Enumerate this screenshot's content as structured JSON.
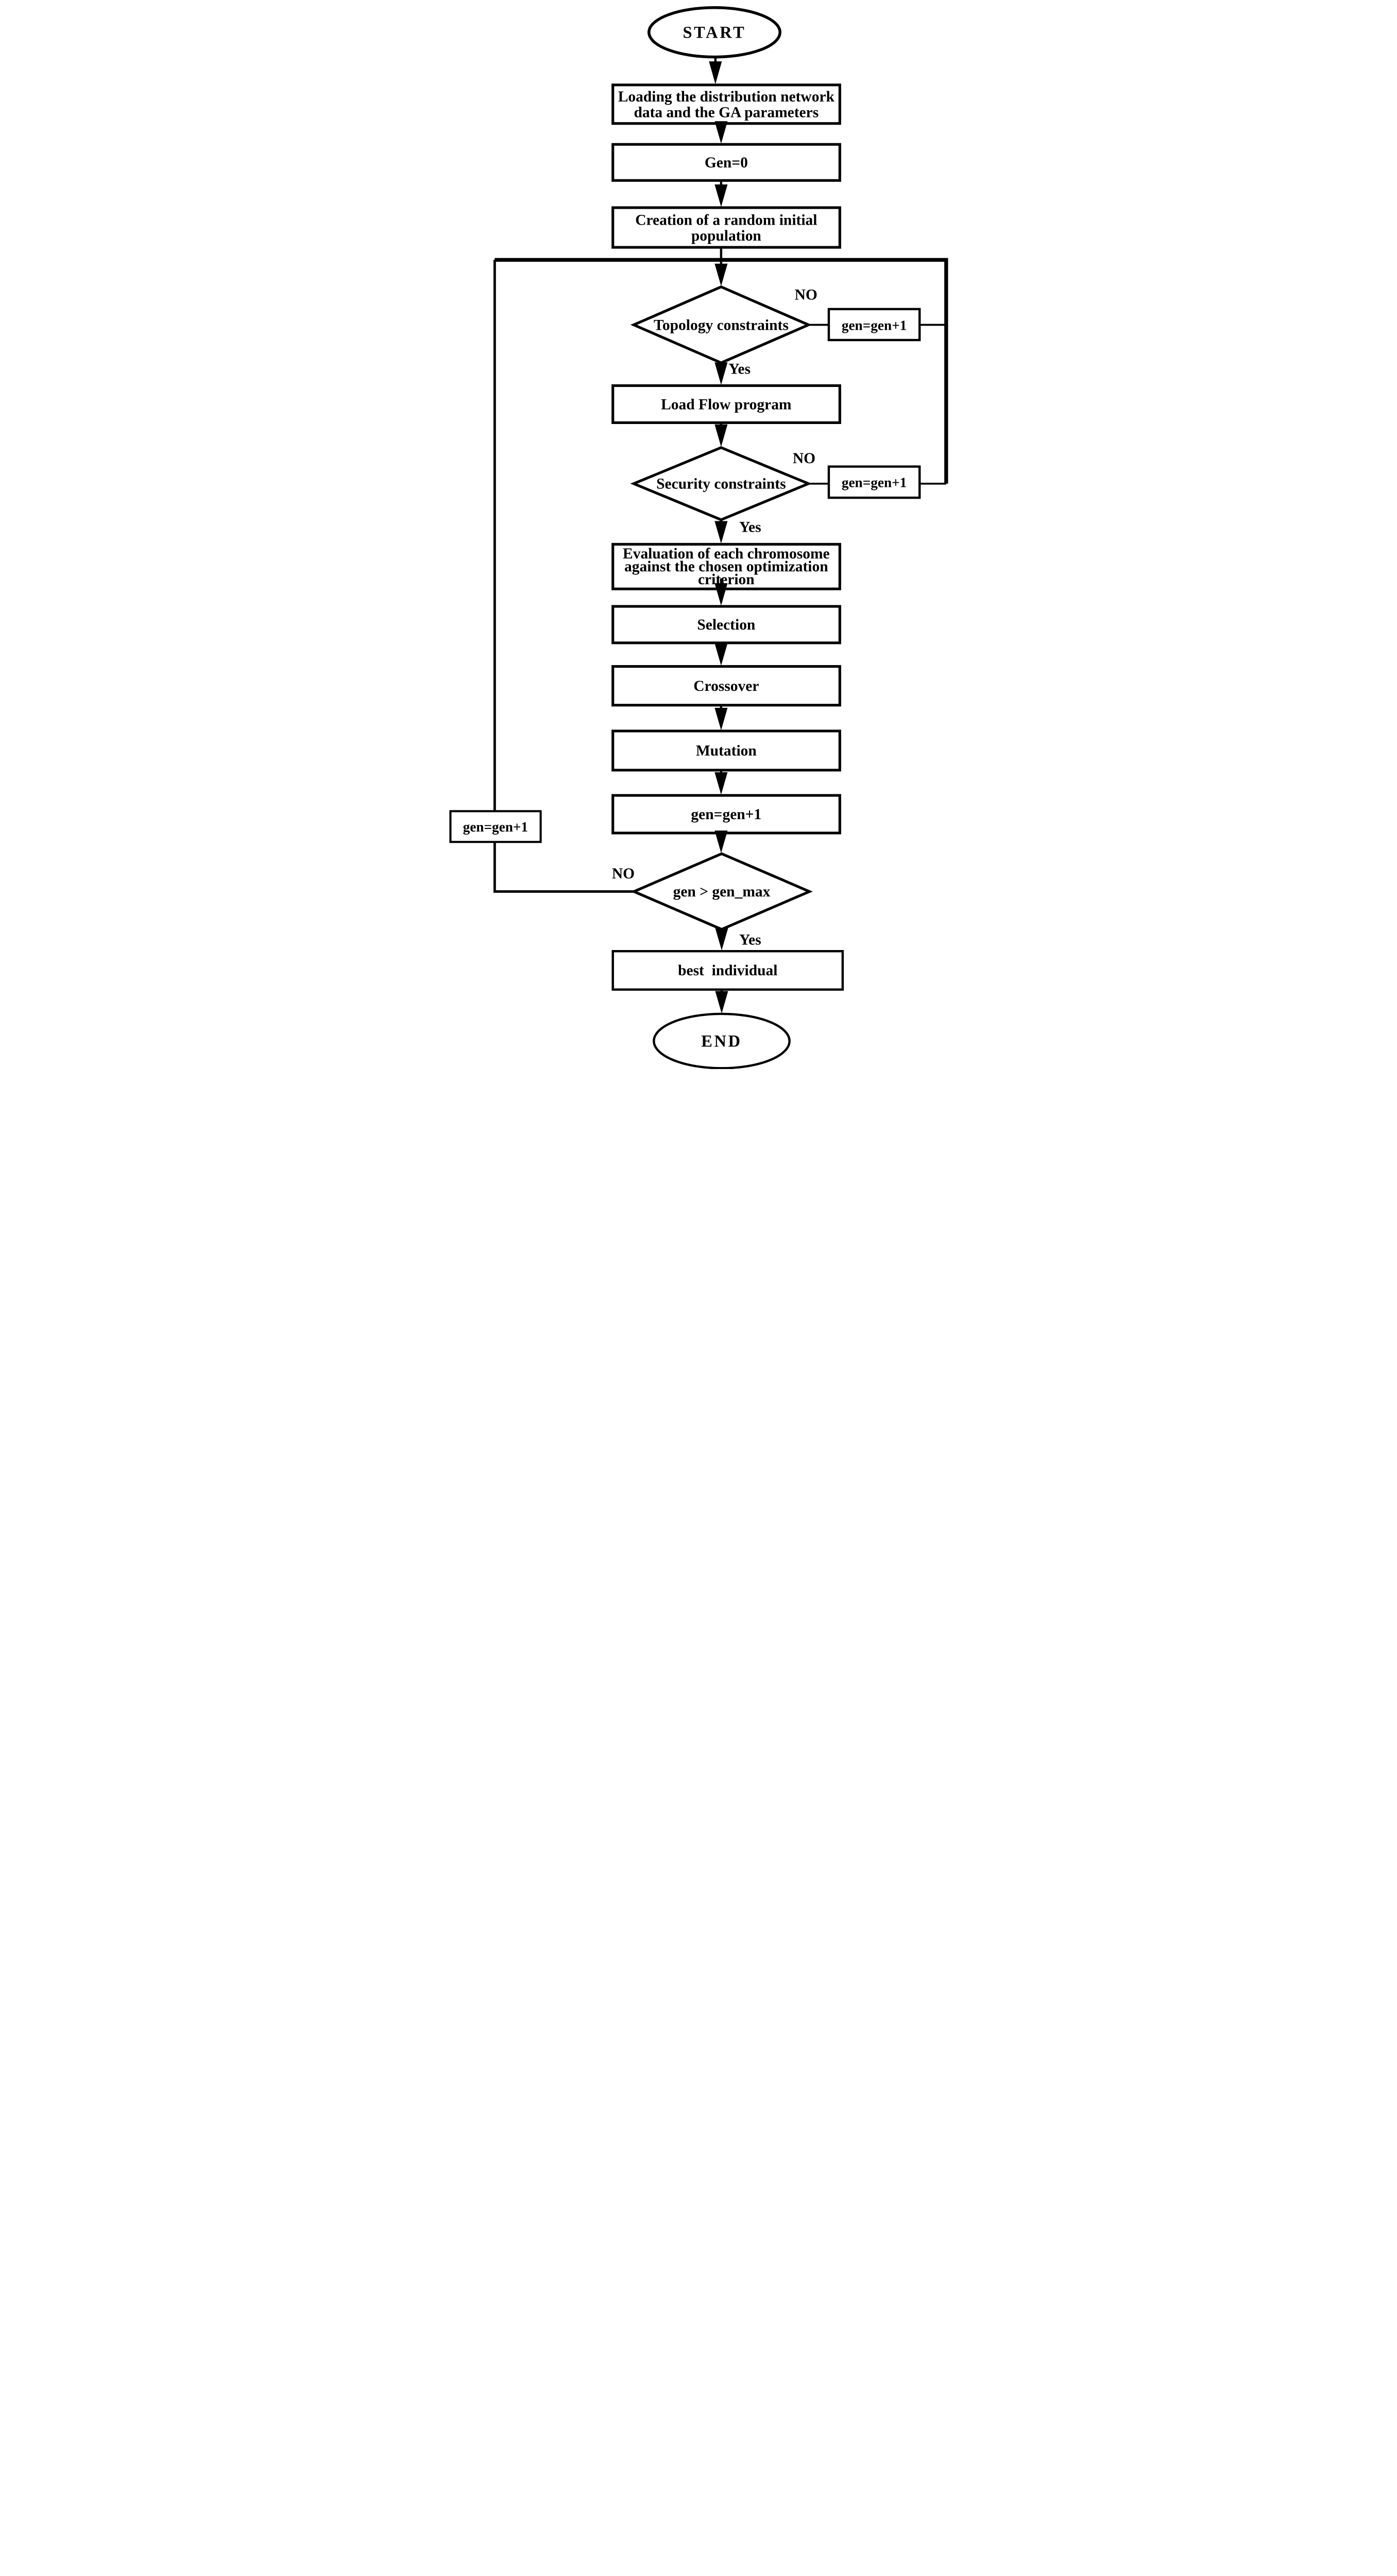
{
  "diagram_type": "flowchart",
  "colors": {
    "line": "#000000",
    "background": "#ffffff"
  },
  "nodes": {
    "start": {
      "label": "START"
    },
    "loading": {
      "lines": [
        "Loading the distribution network",
        "data and the GA parameters"
      ]
    },
    "gen_zero": {
      "label": "Gen=0"
    },
    "creation": {
      "lines": [
        "Creation of a random initial",
        "population"
      ]
    },
    "topology": {
      "label": "Topology constraints"
    },
    "gen_inc_topology": {
      "label": "gen=gen+1"
    },
    "load_flow": {
      "label": "Load Flow program"
    },
    "security": {
      "label": "Security constraints"
    },
    "gen_inc_security": {
      "label": "gen=gen+1"
    },
    "evaluation": {
      "lines": [
        "Evaluation of each chromosome",
        "against the chosen optimization",
        "criterion"
      ]
    },
    "selection": {
      "label": "Selection"
    },
    "crossover": {
      "label": "Crossover"
    },
    "mutation": {
      "label": "Mutation"
    },
    "gen_increment": {
      "label": "gen=gen+1"
    },
    "gen_check": {
      "label": "gen > gen_max"
    },
    "gen_inc_loop": {
      "label": "gen=gen+1"
    },
    "best_individual": {
      "label": "best  individual"
    },
    "end": {
      "label": "END"
    }
  },
  "branch_labels": {
    "topology": {
      "no": "NO",
      "yes": "Yes"
    },
    "security": {
      "no": "NO",
      "yes": "Yes"
    },
    "gen_check": {
      "no": "NO",
      "yes": "Yes"
    }
  }
}
